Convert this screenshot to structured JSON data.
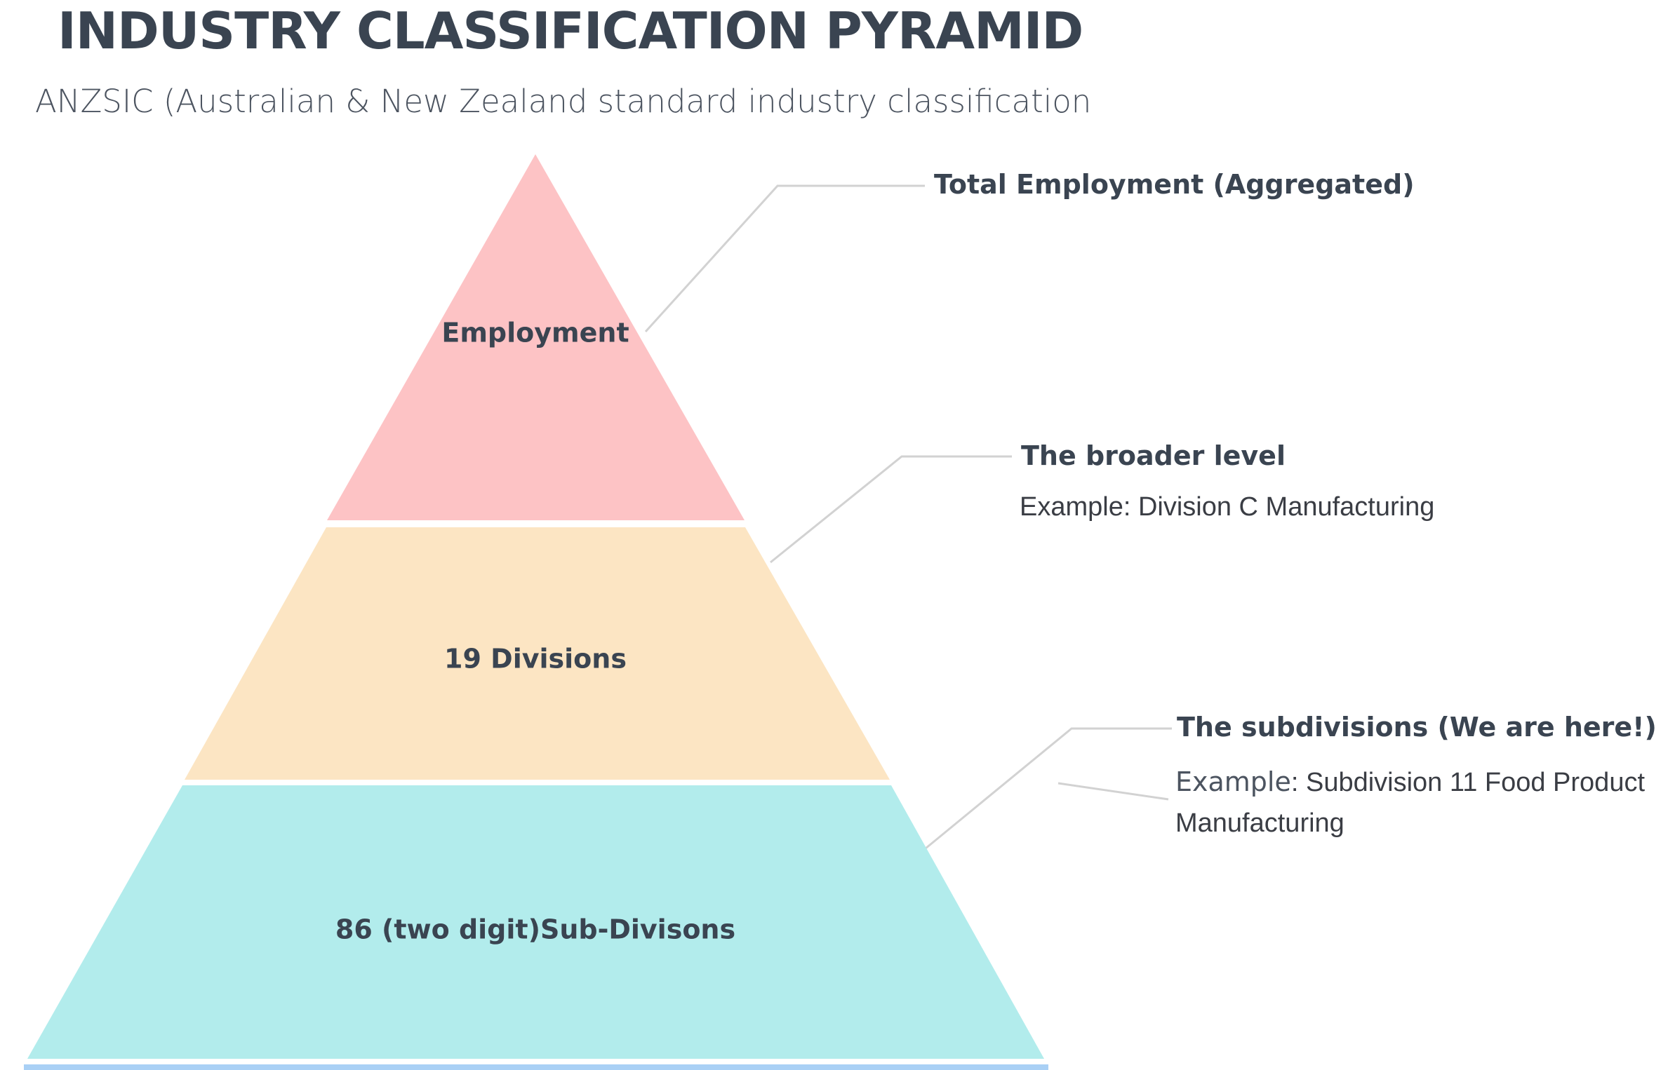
{
  "title": "INDUSTRY CLASSIFICATION PYRAMID",
  "subtitle": "ANZSIC (Australian & New Zealand standard industry classification",
  "colors": {
    "tier_employment": "#fdc3c5",
    "tier_divisions": "#fce5c3",
    "tier_subdivisions": "#b2ecec",
    "tier_next": "#a9d0f5",
    "connector": "#cfcfcf",
    "text": "#3a4451"
  },
  "tiers": [
    {
      "label": "Employment"
    },
    {
      "label": "19 Divisions"
    },
    {
      "label": "86 (two digit)Sub-Divisons"
    }
  ],
  "annotations": [
    {
      "title": "Total Employment (Aggregated)"
    },
    {
      "title": "The broader level",
      "example": "Example: Division C Manufacturing"
    },
    {
      "title": "The subdivisions (We are here!)",
      "example_prefix": "Example",
      "example": ": Subdivision 11 Food Product Manufacturing"
    }
  ]
}
